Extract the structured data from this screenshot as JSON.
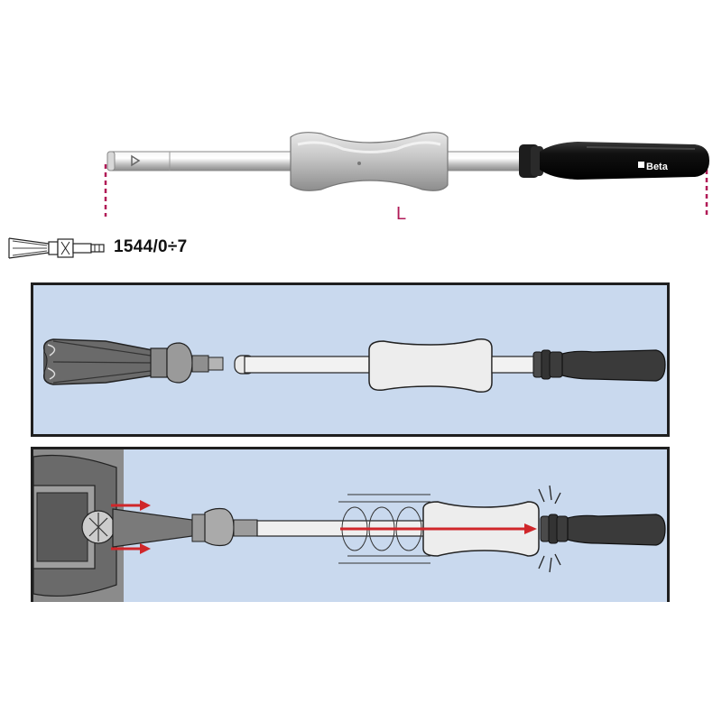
{
  "product": {
    "part_number": "1544/0÷7",
    "dimension_label": "L",
    "brand_label": "Beta"
  },
  "colors": {
    "dimension_line": "#b11a57",
    "panel_background": "#c9d9ee",
    "arrow": "#d0262a",
    "handle": "#1a1a1a"
  },
  "icons": [
    "puller-collet-icon",
    "slide-hammer-icon",
    "force-arrow-icon",
    "impact-lines-icon"
  ]
}
